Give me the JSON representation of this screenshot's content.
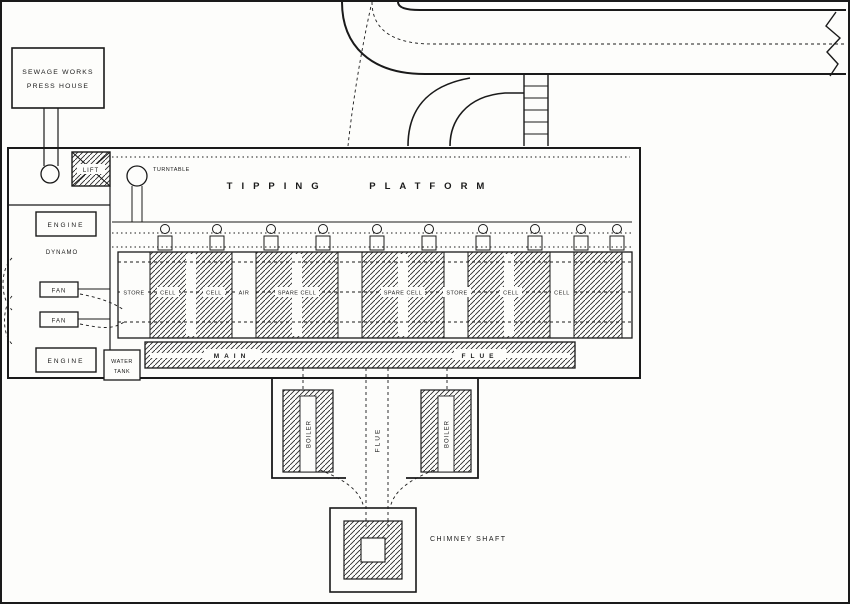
{
  "diagram": {
    "press_house": {
      "line1": "SEWAGE WORKS",
      "line2": "PRESS HOUSE"
    },
    "lift": "LIFT",
    "turntable": "TURNTABLE",
    "tipping_platform": "TIPPING PLATFORM",
    "engine_top": "ENGINE",
    "dynamo": "DYNAMO",
    "fan_top": "FAN",
    "fan_bottom": "FAN",
    "engine_bottom": "ENGINE",
    "water_tank": {
      "line1": "WATER",
      "line2": "TANK"
    },
    "cells": {
      "labels": [
        {
          "text": "STORE"
        },
        {
          "text": "CELL"
        },
        {
          "text": "CELL"
        },
        {
          "text": "AIR"
        },
        {
          "text": "SPARE CELL"
        },
        {
          "text": "SPARE CELL"
        },
        {
          "text": "STORE"
        },
        {
          "text": "CELL"
        },
        {
          "text": "CELL"
        }
      ]
    },
    "main_flue": {
      "word1": "MAIN",
      "word2": "FLUE"
    },
    "boiler_left": "BOILER",
    "boiler_right": "BOILER",
    "flue": "FLUE",
    "chimney": "CHIMNEY SHAFT"
  },
  "colors": {
    "ink": "#1a1a1a",
    "paper": "#fdfdfb"
  }
}
